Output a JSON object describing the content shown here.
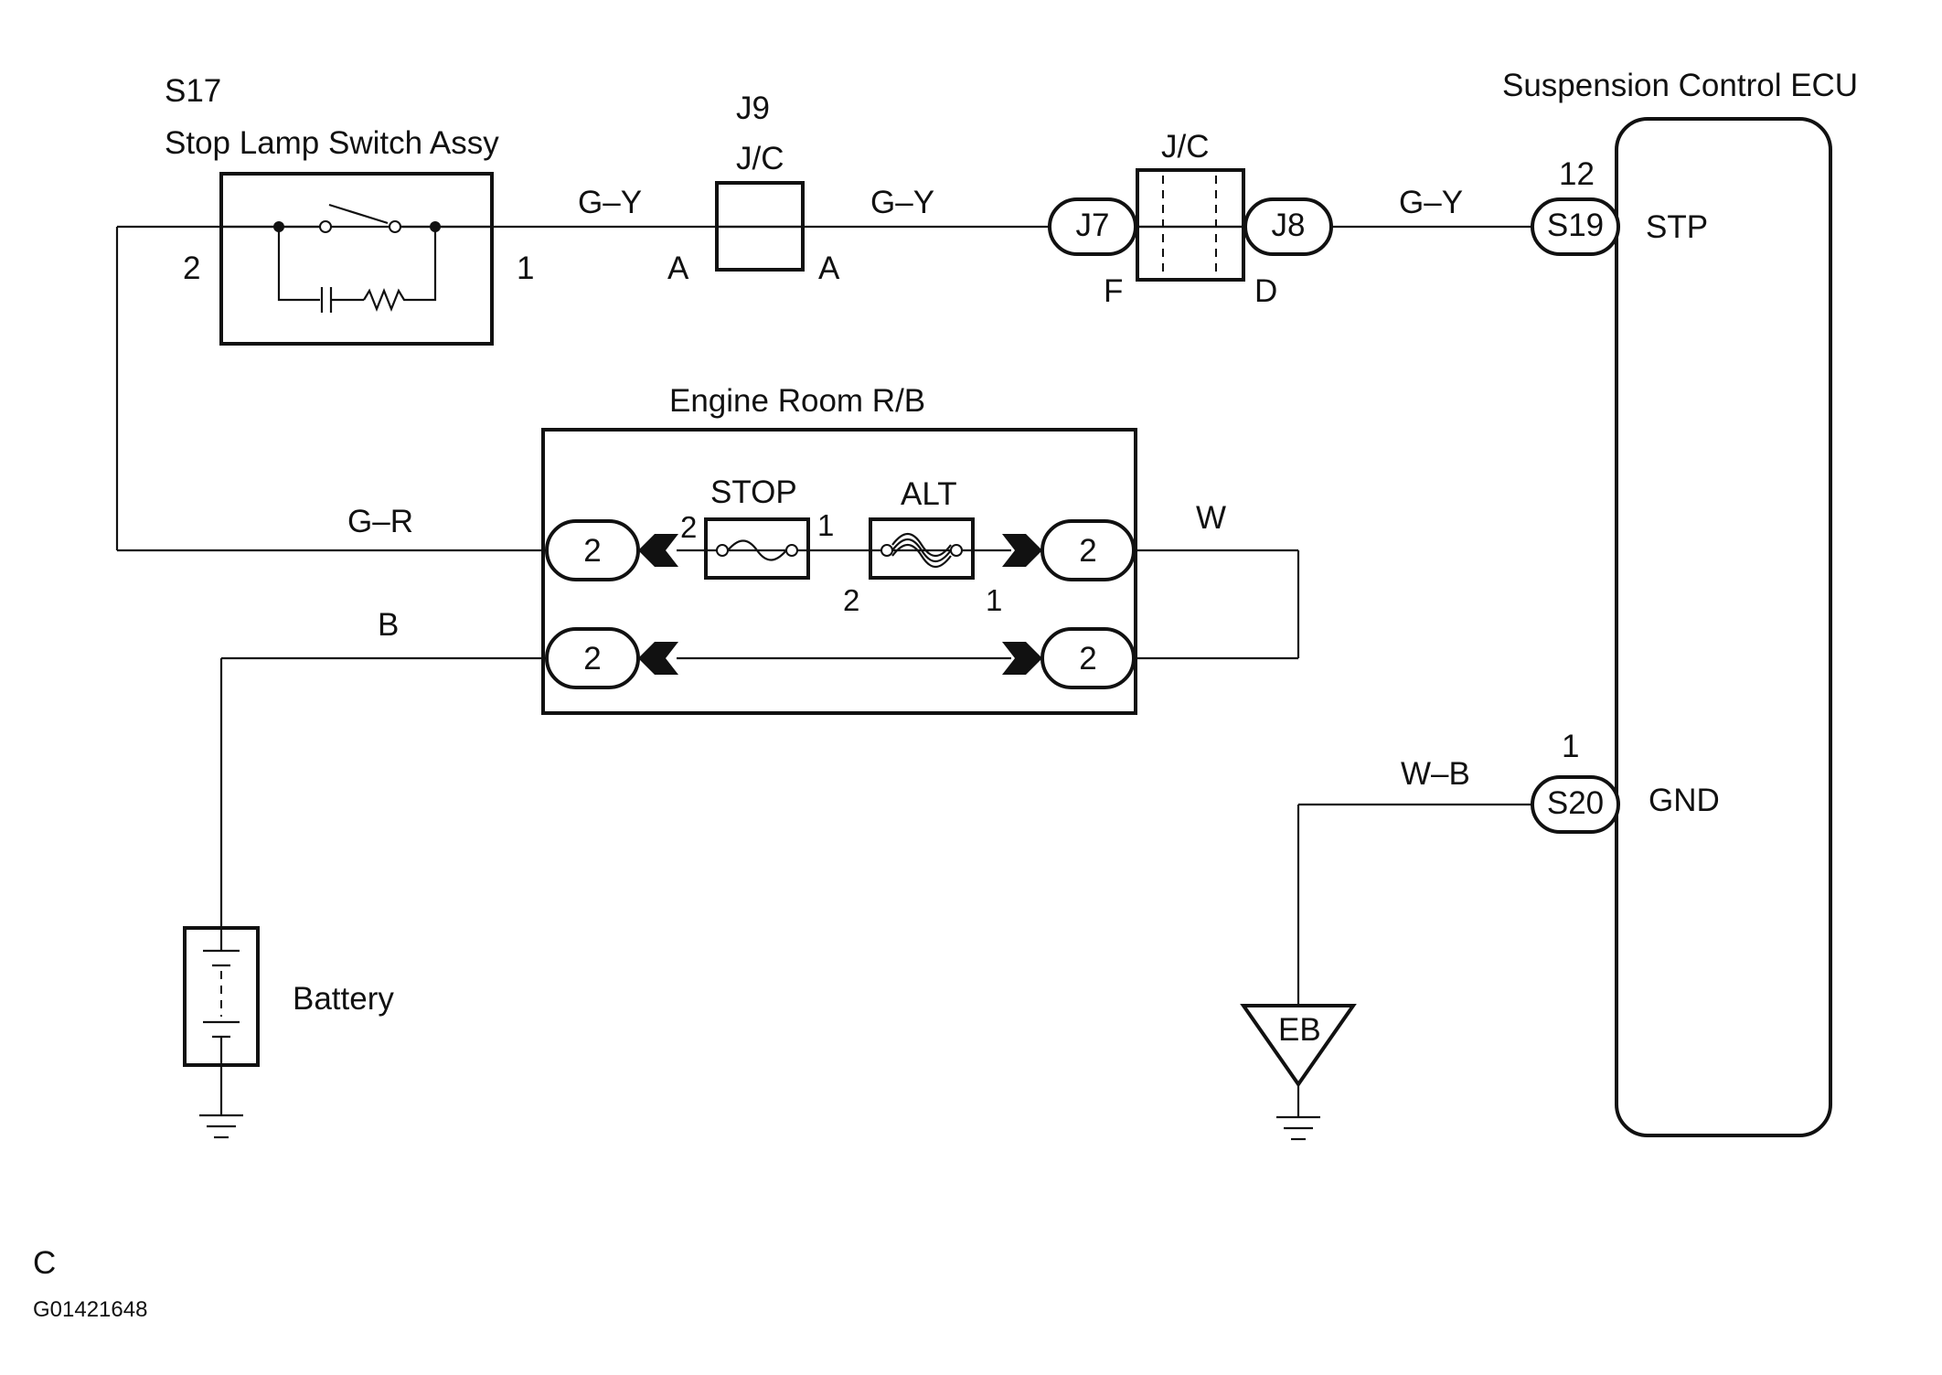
{
  "components": {
    "stop_lamp_switch": {
      "code": "S17",
      "name": "Stop Lamp Switch Assy",
      "pin_left": "2",
      "pin_right": "1"
    },
    "junction_j9": {
      "code": "J9",
      "name": "J/C",
      "pin_left": "A",
      "pin_right": "A"
    },
    "junction_right": {
      "name": "J/C",
      "left_connector": "J7",
      "right_connector": "J8",
      "pin_left": "F",
      "pin_right": "D"
    },
    "ecu": {
      "name": "Suspension Control ECU",
      "stp": {
        "pin": "12",
        "connector": "S19",
        "terminal": "STP"
      },
      "gnd": {
        "pin": "1",
        "connector": "S20",
        "terminal": "GND"
      }
    },
    "engine_room_rb": {
      "name": "Engine Room R/B",
      "fuse_stop": {
        "label": "STOP",
        "pin_left": "2",
        "pin_right": "1"
      },
      "fuse_alt": {
        "label": "ALT",
        "pin_left": "2",
        "pin_right": "1"
      },
      "connector_pins": [
        "2",
        "2",
        "2",
        "2"
      ]
    },
    "battery": {
      "label": "Battery"
    },
    "ground": {
      "label": "EB"
    }
  },
  "wires": {
    "switch_to_j9": "G–Y",
    "j9_to_j7": "G–Y",
    "j8_to_s19": "G–Y",
    "switch_to_rb": "G–R",
    "battery_to_rb": "B",
    "rb_loop": "W",
    "ground_to_s20": "W–B"
  },
  "footer": {
    "section": "C",
    "figure_id": "G01421648"
  }
}
